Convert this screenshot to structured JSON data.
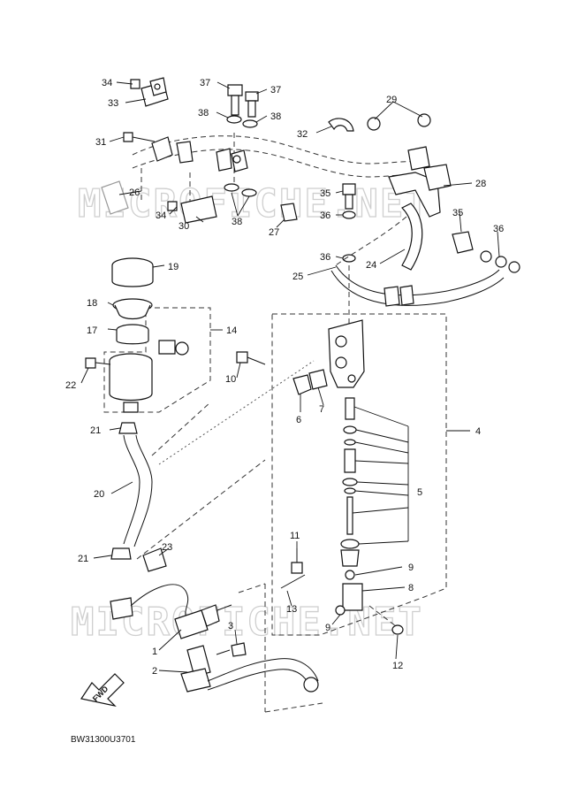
{
  "diagram": {
    "code": "BW31300U3701",
    "watermark": "MICROFICHE.NET",
    "fwd_label": "FWD",
    "callouts": {
      "c1": "1",
      "c2": "2",
      "c3": "3",
      "c4": "4",
      "c5": "5",
      "c6": "6",
      "c7": "7",
      "c8": "8",
      "c9a": "9",
      "c9b": "9",
      "c10": "10",
      "c11": "11",
      "c12": "12",
      "c13": "13",
      "c14": "14",
      "c17": "17",
      "c18": "18",
      "c19": "19",
      "c20": "20",
      "c21a": "21",
      "c21b": "21",
      "c22": "22",
      "c23": "23",
      "c24": "24",
      "c25": "25",
      "c26": "26",
      "c27": "27",
      "c28": "28",
      "c29": "29",
      "c30": "30",
      "c31": "31",
      "c32": "32",
      "c33": "33",
      "c34a": "34",
      "c34b": "34",
      "c35a": "35",
      "c35b": "35",
      "c36a": "36",
      "c36b": "36",
      "c36c": "36",
      "c37a": "37",
      "c37b": "37",
      "c38a": "38",
      "c38b": "38",
      "c38c": "38"
    }
  }
}
